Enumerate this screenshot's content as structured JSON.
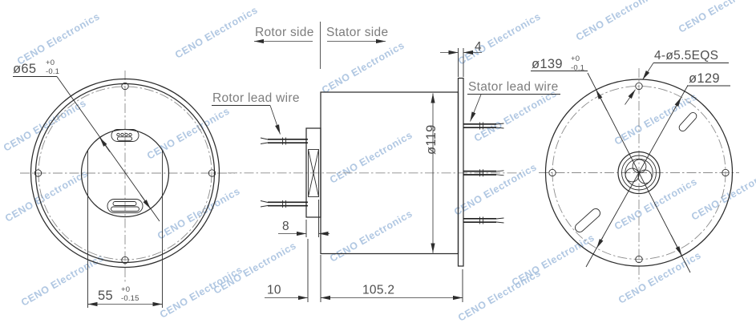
{
  "drawing": {
    "watermark_text": "CENO Electronics",
    "left_view": {
      "bore_dia": {
        "value": "ø65",
        "tol_up": "+0",
        "tol_dn": "-0.1"
      },
      "flat_width": {
        "value": "55",
        "tol_up": "+0",
        "tol_dn": "-0.15"
      }
    },
    "side_view": {
      "rotor_side": "Rotor side",
      "stator_side": "Stator side",
      "rotor_lead": "Rotor lead wire",
      "stator_lead": "Stator lead wire",
      "flange_thk": "4",
      "body_dia": "ø119",
      "hub_len": "8",
      "hub_total": "10",
      "total_len": "105.2"
    },
    "right_view": {
      "flange_dia": {
        "value": "ø139",
        "tol_up": "+0",
        "tol_dn": "-0.1"
      },
      "mount_holes": "4-ø5.5EQS",
      "bolt_circle": "ø129"
    },
    "colors": {
      "line": "#2d2d2d",
      "dimension_text": "#4e4e4e",
      "label_text": "#7d7d7d",
      "centerline": "#8b8b8b",
      "watermark": "#a3bedd"
    }
  }
}
